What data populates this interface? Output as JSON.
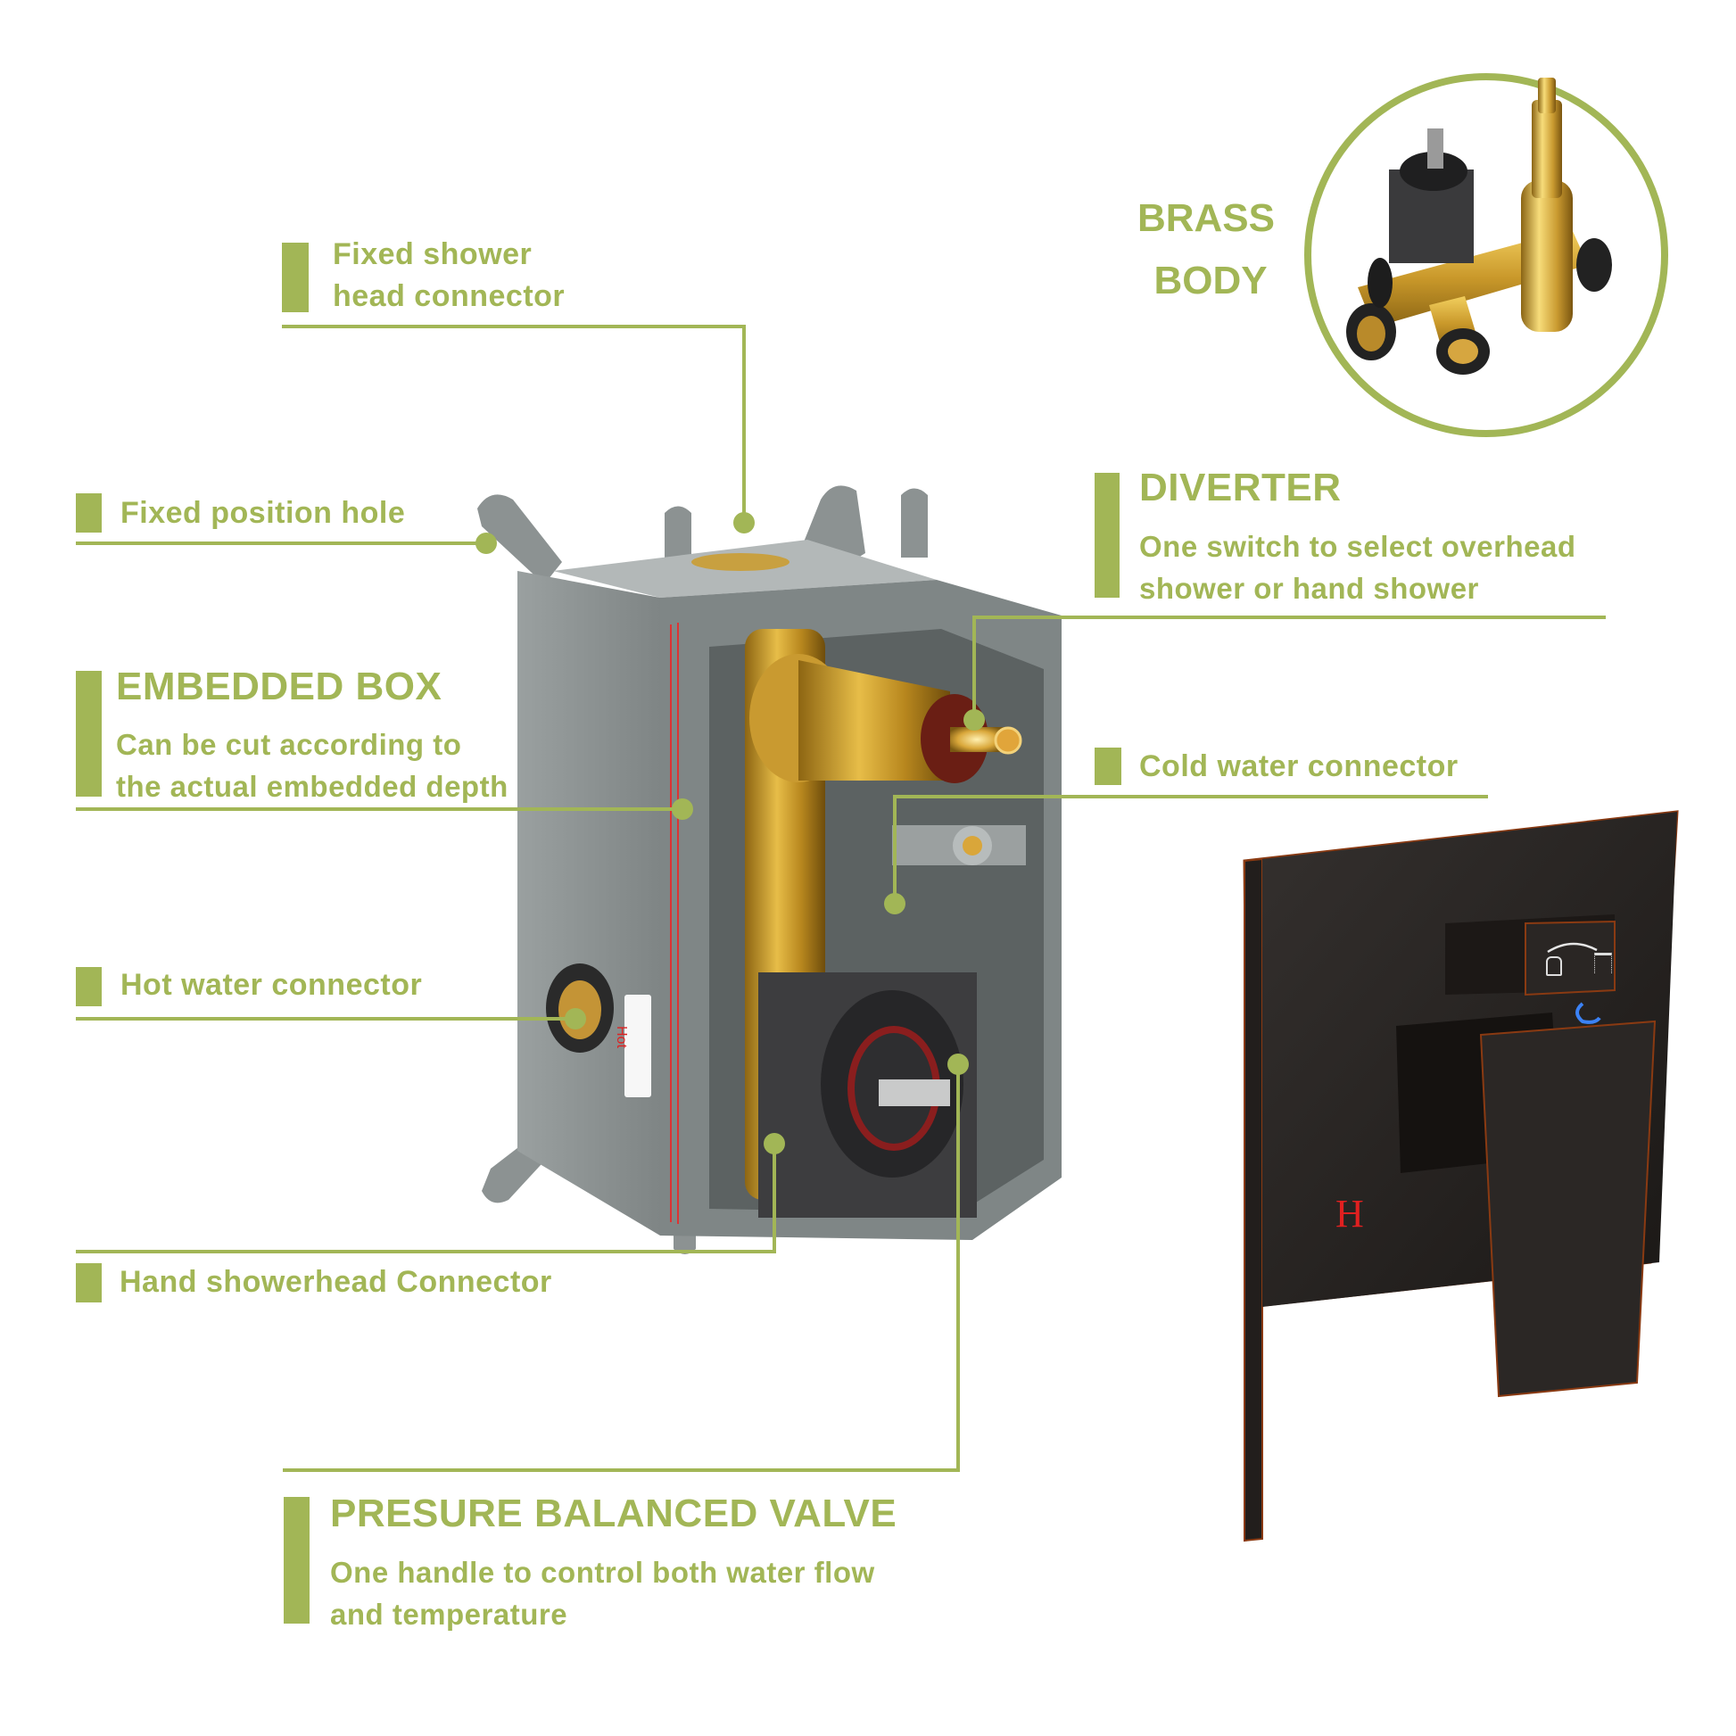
{
  "theme": {
    "accent": "#a2b656",
    "box_gray": "#8e9494",
    "brass": "#c89b2e",
    "trim_black": "#2a2624",
    "trim_bronze_edge": "#8a3a12",
    "hot_red": "#e02020",
    "cold_blue": "#3b82f6"
  },
  "callouts": {
    "fixed_shower_head": {
      "line1": "Fixed shower",
      "line2": "head connector"
    },
    "fixed_position_hole": {
      "label": "Fixed position hole"
    },
    "embedded_box": {
      "title": "EMBEDDED BOX",
      "line1": "Can be cut according to",
      "line2": "the actual embedded depth"
    },
    "hot_water": {
      "label": "Hot water connector"
    },
    "hand_showerhead": {
      "label": "Hand showerhead Connector"
    },
    "pressure_valve": {
      "title": "PRESURE BALANCED VALVE",
      "line1": "One handle to control both water flow",
      "line2": "and temperature"
    },
    "diverter": {
      "title": "DIVERTER",
      "line1": "One switch to select overhead",
      "line2": "shower or hand shower"
    },
    "cold_water": {
      "label": "Cold water connector"
    },
    "brass_body": {
      "line1": "BRASS",
      "line2": "BODY"
    }
  },
  "product": {
    "box_sticker": "Hot",
    "trim_hot_mark": "H",
    "diverter_icons": [
      "hand-shower-icon",
      "overhead-shower-icon"
    ]
  }
}
